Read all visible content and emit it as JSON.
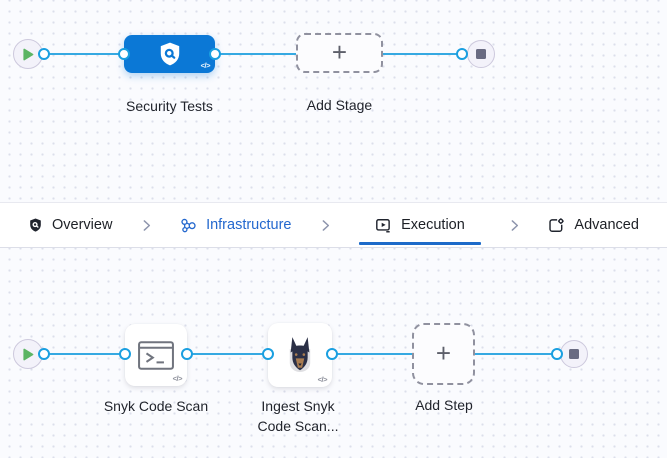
{
  "stage_flow": {
    "stage_label": "Security Tests",
    "add_stage_label": "Add Stage",
    "plus_glyph": "+",
    "code_glyph": "</>"
  },
  "tab_bar": {
    "tabs": [
      {
        "label": "Overview",
        "icon": "shield-icon",
        "active": false
      },
      {
        "label": "Infrastructure",
        "icon": "infrastructure-icon",
        "active": false
      },
      {
        "label": "Execution",
        "icon": "execution-icon",
        "active": true
      },
      {
        "label": "Advanced",
        "icon": "advanced-icon",
        "active": false
      }
    ]
  },
  "step_flow": {
    "step1_label": "Snyk Code Scan",
    "step2_label": "Ingest Snyk Code Scan...",
    "add_step_label": "Add Step",
    "plus_glyph": "+",
    "code_glyph": "</>"
  },
  "colors": {
    "stage_blue": "#0b78d6",
    "line_blue": "#35a9e2",
    "connector_ring_blue": "#1a9fe0",
    "active_tab_underline": "#1c6ac9",
    "infrastructure_link_blue": "#2468ce",
    "play_green": "#5cb564",
    "stop_gray": "#696b82",
    "canvas_bg": "#fafbfe",
    "dashed_border": "#90919f"
  }
}
